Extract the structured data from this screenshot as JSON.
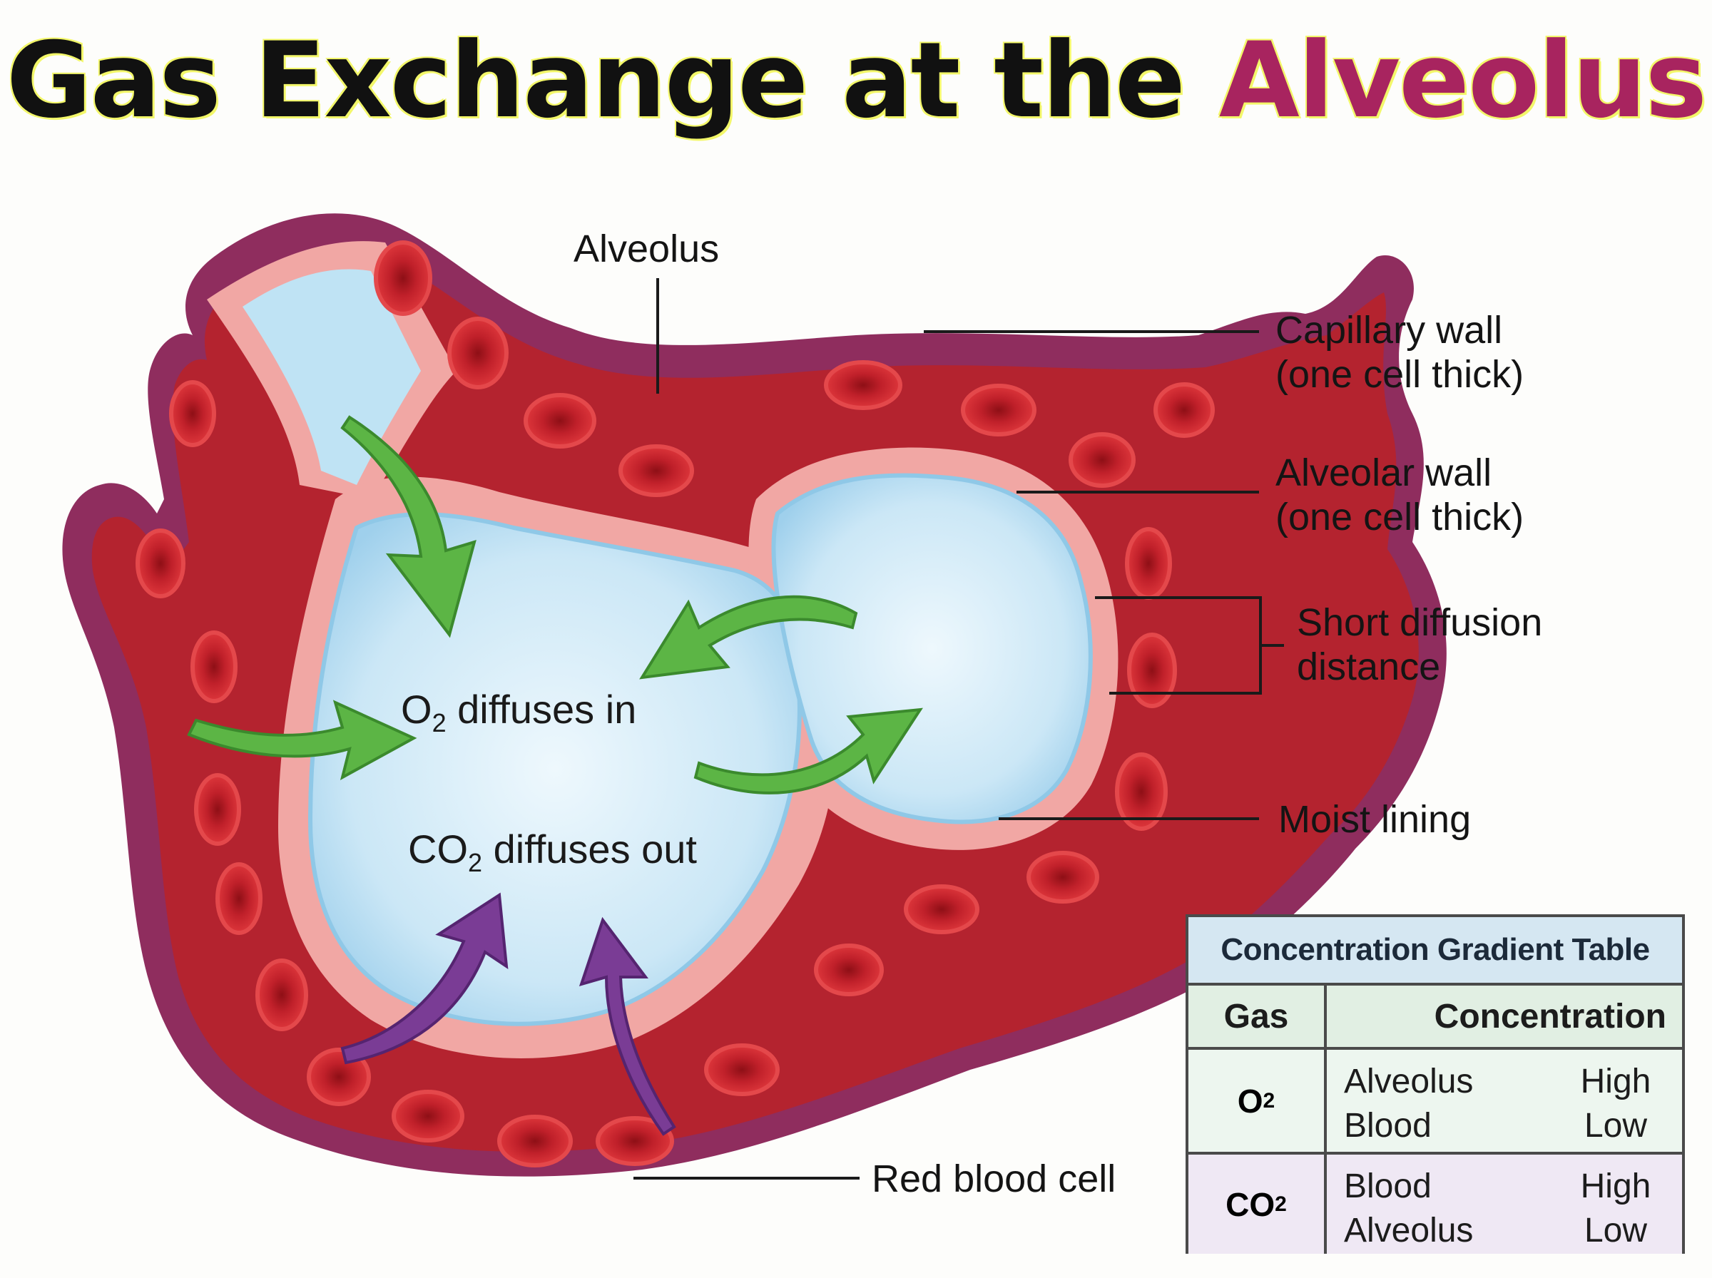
{
  "title": {
    "main": "Gas Exchange at the",
    "accent": "Alveolus"
  },
  "labels": {
    "alveolus": "Alveolus",
    "capillary_wall_1": "Capillary wall",
    "capillary_wall_2": "(one cell thick)",
    "alveolar_wall_1": "Alveolar wall",
    "alveolar_wall_2": "(one cell thick)",
    "short_diffusion_1": "Short diffusion",
    "short_diffusion_2": "distance",
    "moist_lining": "Moist lining",
    "red_blood_cell": "Red blood cell"
  },
  "diffusion": {
    "o2_gas": "O",
    "o2_sub": "2",
    "o2_text": " diffuses in",
    "co2_gas": "CO",
    "co2_sub": "2",
    "co2_text": " diffuses out"
  },
  "table": {
    "title": "Concentration Gradient Table",
    "col_gas": "Gas",
    "col_conc": "Concentration",
    "rows": [
      {
        "gas": "O",
        "sub": "2",
        "loc1": "Alveolus",
        "lvl1": "High",
        "loc2": "Blood",
        "lvl2": "Low"
      },
      {
        "gas": "CO",
        "sub": "2",
        "loc1": "Blood",
        "lvl1": "High",
        "loc2": "Alveolus",
        "lvl2": "Low"
      }
    ]
  },
  "colors": {
    "title_accent": "#a8245f",
    "capillary": "#b4232f",
    "capillary_outer": "#8f2d5e",
    "tissue": "#f1a7a4",
    "alveolus_fill": "#cfe9f6",
    "o2_arrow": "#5cb545",
    "co2_arrow": "#7a3c95"
  }
}
